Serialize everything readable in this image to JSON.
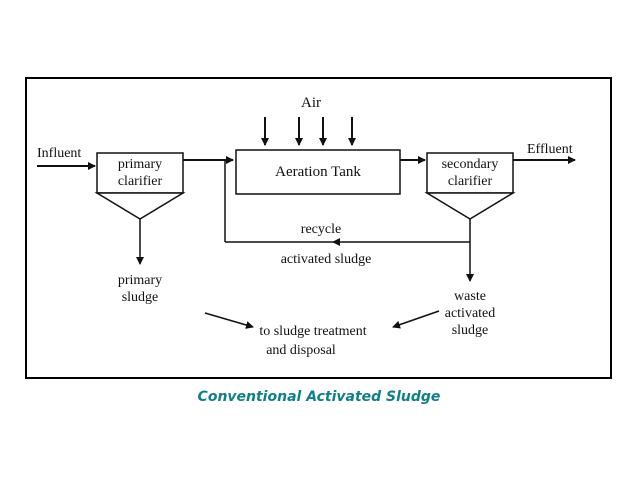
{
  "diagram": {
    "nodes": {
      "air": "Air",
      "influent": "Influent",
      "effluent": "Effluent",
      "primary_clarifier": [
        "primary",
        "clarifier"
      ],
      "aeration_tank": "Aeration Tank",
      "secondary_clarifier": [
        "secondary",
        "clarifier"
      ],
      "recycle": "recycle",
      "activated_sludge": "activated sludge",
      "primary_sludge": [
        "primary",
        "sludge"
      ],
      "waste_activated_sludge": [
        "waste",
        "activated",
        "sludge"
      ],
      "sludge_treatment": [
        "to sludge treatment",
        "and disposal"
      ]
    }
  },
  "caption": "Conventional Activated Sludge"
}
